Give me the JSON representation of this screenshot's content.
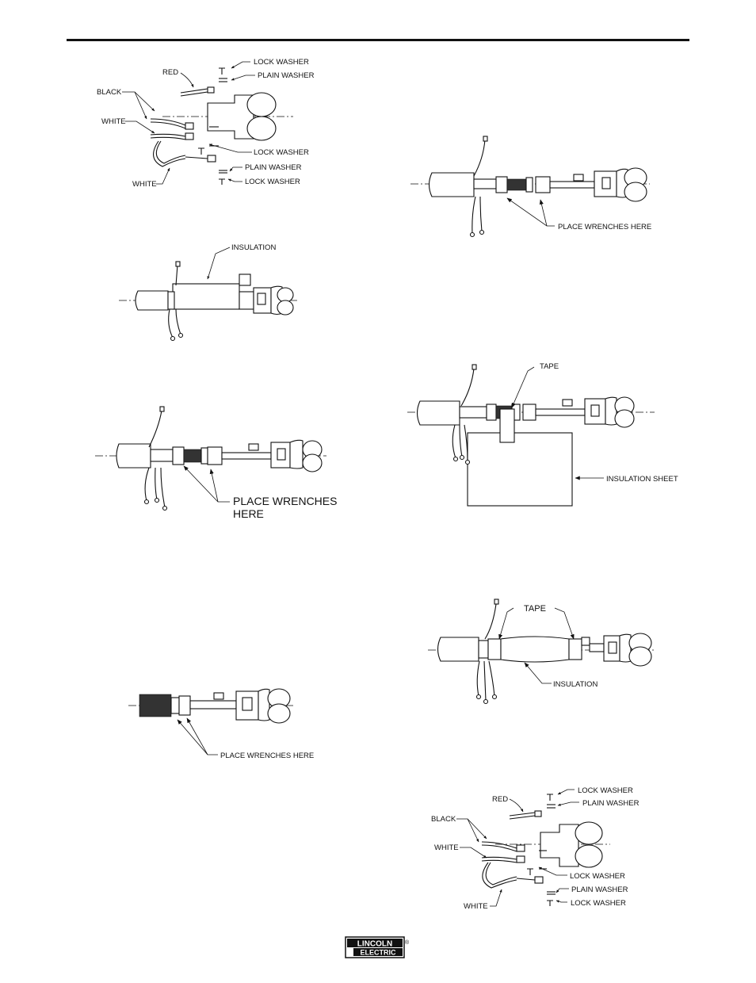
{
  "diagrams": {
    "fig1": {
      "red": "RED",
      "black": "BLACK",
      "white_top": "WHITE",
      "white_bottom": "WHITE",
      "lock_washer_1": "LOCK WASHER",
      "plain_washer_1": "PLAIN WASHER",
      "lock_washer_2": "LOCK WASHER",
      "plain_washer_2": "PLAIN WASHER",
      "lock_washer_3": "LOCK WASHER"
    },
    "fig2": {
      "insulation": "INSULATION"
    },
    "fig3": {
      "place_wrenches": "PLACE WRENCHES HERE"
    },
    "fig4": {
      "place_wrenches_line1": "PLACE WRENCHES",
      "place_wrenches_line2": "HERE"
    },
    "fig5": {
      "tape": "TAPE",
      "insulation_sheet": "INSULATION SHEET"
    },
    "fig6": {
      "place_wrenches": "PLACE WRENCHES HERE"
    },
    "fig7": {
      "tape": "TAPE",
      "insulation": "INSULATION"
    },
    "fig8": {
      "red": "RED",
      "black": "BLACK",
      "white_top": "WHITE",
      "white_bottom": "WHITE",
      "lock_washer_1": "LOCK WASHER",
      "plain_washer_1": "PLAIN WASHER",
      "lock_washer_2": "LOCK WASHER",
      "plain_washer_2": "PLAIN WASHER",
      "lock_washer_3": "LOCK WASHER"
    }
  },
  "footer": {
    "logo_line1": "LINCOLN",
    "logo_line2": "ELECTRIC",
    "logo_mark": "®"
  }
}
